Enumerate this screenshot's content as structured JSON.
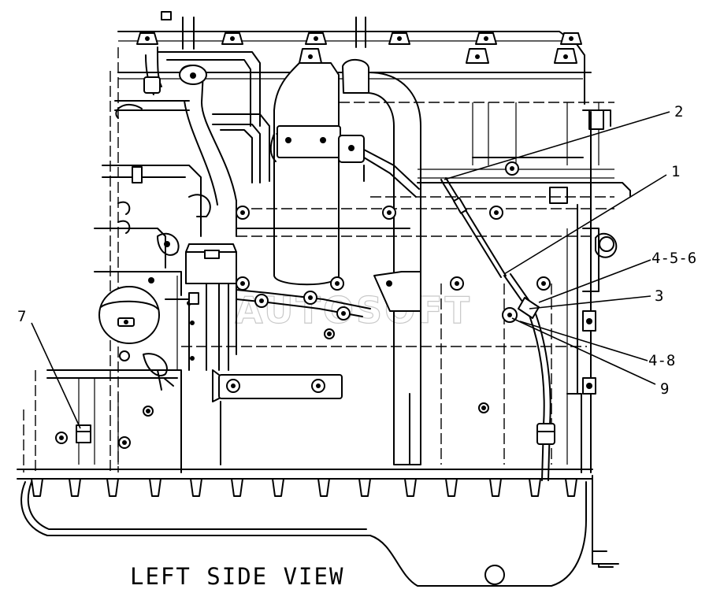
{
  "diagram": {
    "title": "LEFT SIDE VIEW",
    "watermark": "AUTOSOFT",
    "callouts": [
      {
        "id": "callout-2",
        "label": "2"
      },
      {
        "id": "callout-1",
        "label": "1"
      },
      {
        "id": "callout-4-5-6",
        "label": "4-5-6"
      },
      {
        "id": "callout-3",
        "label": "3"
      },
      {
        "id": "callout-4-8",
        "label": "4-8"
      },
      {
        "id": "callout-9",
        "label": "9"
      },
      {
        "id": "callout-7",
        "label": "7"
      }
    ]
  }
}
